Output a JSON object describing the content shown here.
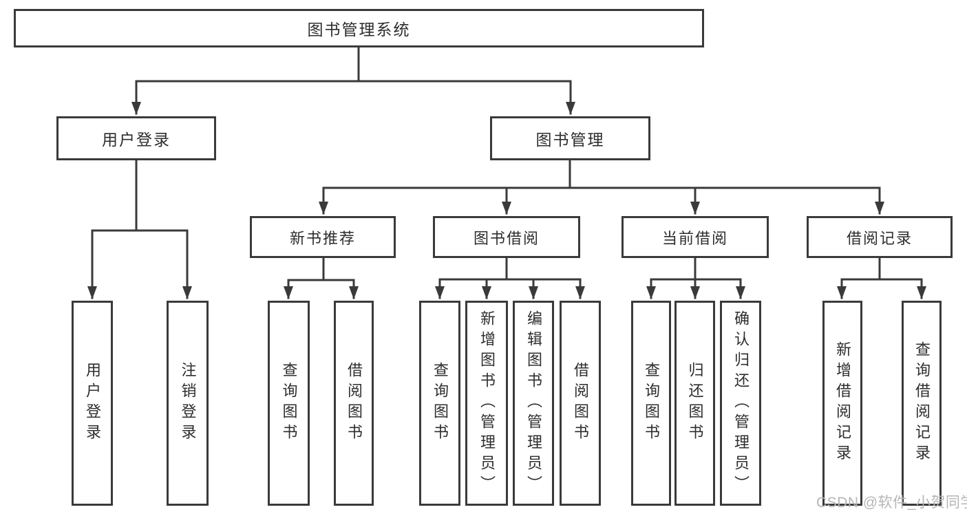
{
  "diagram_title": "图书管理系统",
  "tree": {
    "root": {
      "label": "图书管理系统"
    },
    "branches": [
      {
        "label": "用户登录",
        "children": [
          {
            "label": "用户登录"
          },
          {
            "label": "注销登录"
          }
        ]
      },
      {
        "label": "图书管理",
        "children": [
          {
            "label": "新书推荐",
            "children": [
              {
                "label": "查询图书"
              },
              {
                "label": "借阅图书"
              }
            ]
          },
          {
            "label": "图书借阅",
            "children": [
              {
                "label": "查询图书"
              },
              {
                "label": "新增图书（管理员）"
              },
              {
                "label": "编辑图书（管理员）"
              },
              {
                "label": "借阅图书"
              }
            ]
          },
          {
            "label": "当前借阅",
            "children": [
              {
                "label": "查询图书"
              },
              {
                "label": "归还图书"
              },
              {
                "label": "确认归还（管理员）"
              }
            ]
          },
          {
            "label": "借阅记录",
            "children": [
              {
                "label": "新增借阅记录"
              },
              {
                "label": "查询借阅记录"
              }
            ]
          }
        ]
      }
    ]
  },
  "watermark": {
    "text": "CSDN @软件_小贺同学"
  },
  "colors": {
    "line": "#3a3a3a",
    "box_border": "#3a3a3a",
    "text": "#2d2d2d",
    "background": "#ffffff",
    "watermark": "#b5b5b5"
  }
}
